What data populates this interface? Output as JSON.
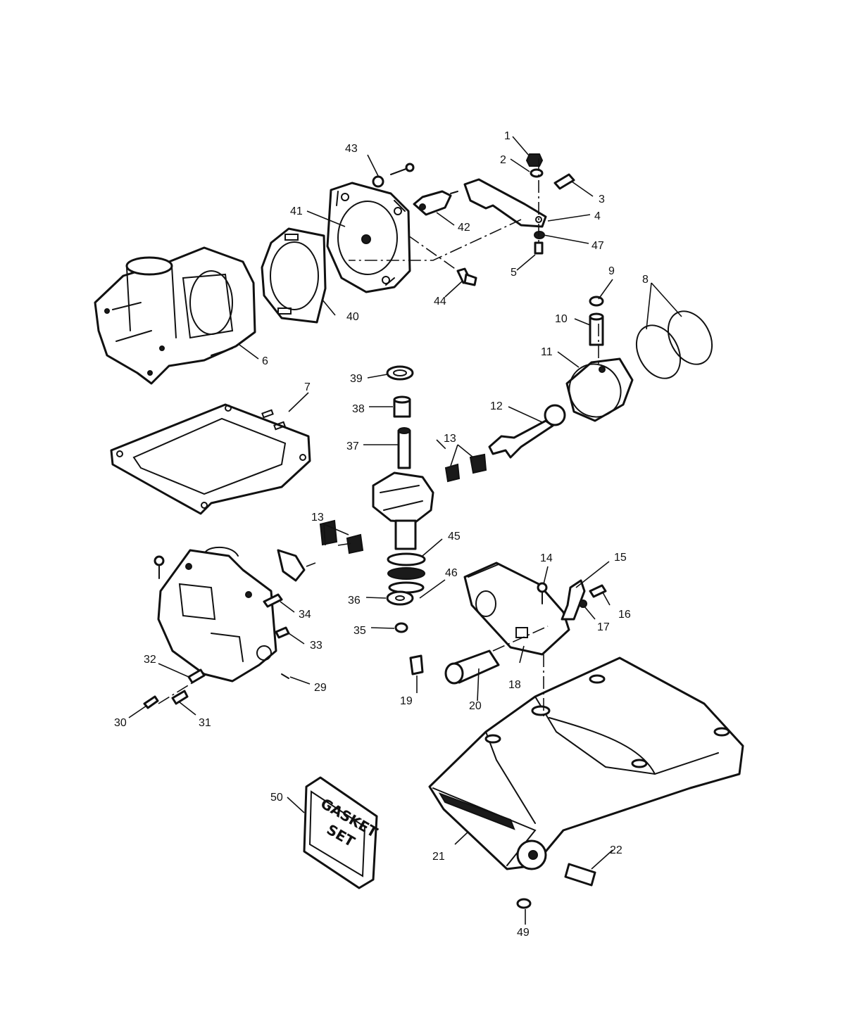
{
  "labels": {
    "p1": "1",
    "p2": "2",
    "p3": "3",
    "p4": "4",
    "p5": "5",
    "p6": "6",
    "p7": "7",
    "p8": "8",
    "p9": "9",
    "p10": "10",
    "p11": "11",
    "p12": "12",
    "p13a": "13",
    "p13b": "13",
    "p14": "14",
    "p15": "15",
    "p16": "16",
    "p17": "17",
    "p18": "18",
    "p19": "19",
    "p20": "20",
    "p21": "21",
    "p22": "22",
    "p29": "29",
    "p30": "30",
    "p31": "31",
    "p32": "32",
    "p33": "33",
    "p34": "34",
    "p35": "35",
    "p36": "36",
    "p37": "37",
    "p38": "38",
    "p39": "39",
    "p40": "40",
    "p41": "41",
    "p42": "42",
    "p43": "43",
    "p44": "44",
    "p45": "45",
    "p46": "46",
    "p47": "47",
    "p49": "49",
    "p50": "50"
  },
  "gasket_box": {
    "line1": "GASKET",
    "line2": "SET"
  }
}
